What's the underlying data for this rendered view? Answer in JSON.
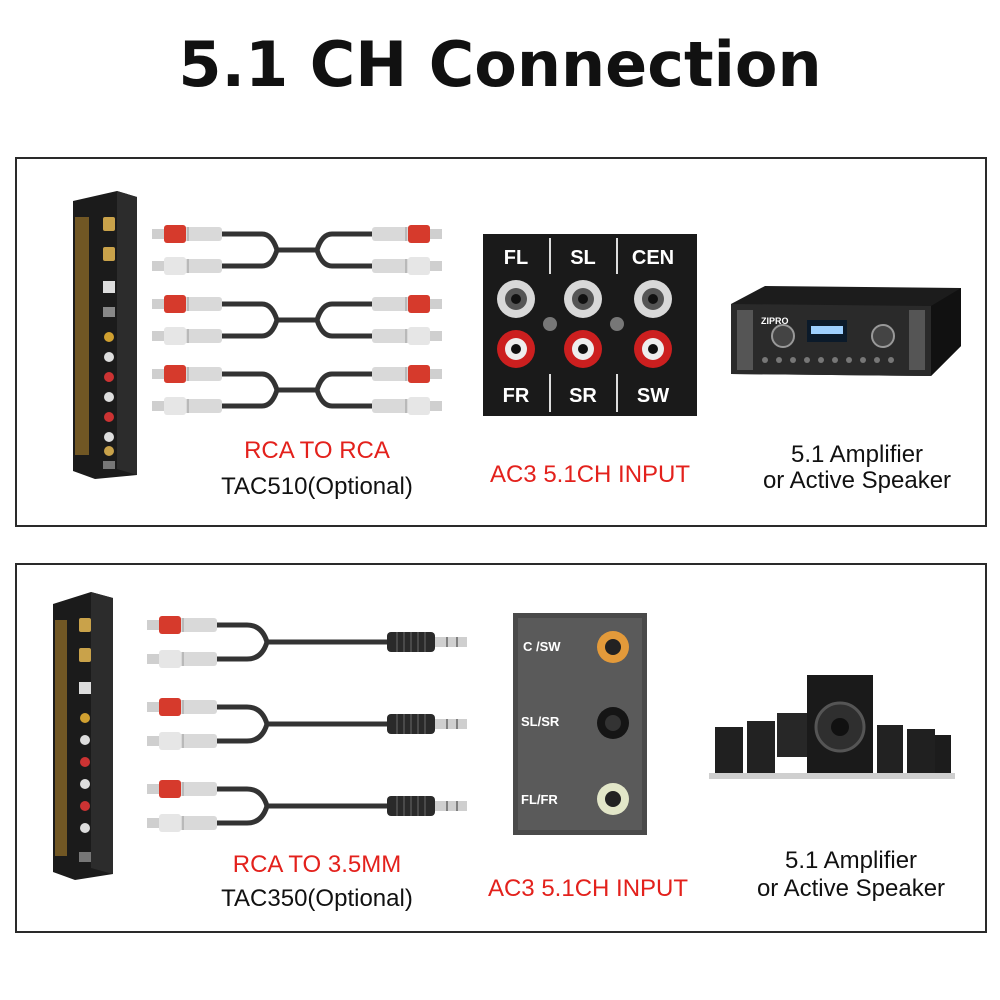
{
  "title": "5.1 CH Connection",
  "colors": {
    "accent": "#e3211c",
    "text": "#111111",
    "gold": "#b8892c",
    "device": "#1b1b1b"
  },
  "panels": [
    {
      "cable_label": "RCA TO RCA",
      "cable_model": "TAC510(Optional)",
      "input_label": "AC3 5.1CH INPUT",
      "jack_labels": [
        "FL",
        "SL",
        "CEN",
        "FR",
        "SR",
        "SW"
      ],
      "amp_line1": "5.1 Amplifier",
      "amp_line2": "or Active Speaker",
      "amp_brand": "ZIPRO"
    },
    {
      "cable_label": "RCA TO 3.5MM",
      "cable_model": "TAC350(Optional)",
      "input_label": "AC3 5.1CH INPUT",
      "jack_labels": [
        "C /SW",
        "SL/SR",
        "FL/FR"
      ],
      "amp_line1": "5.1 Amplifier",
      "amp_line2": "or Active Speaker"
    }
  ]
}
